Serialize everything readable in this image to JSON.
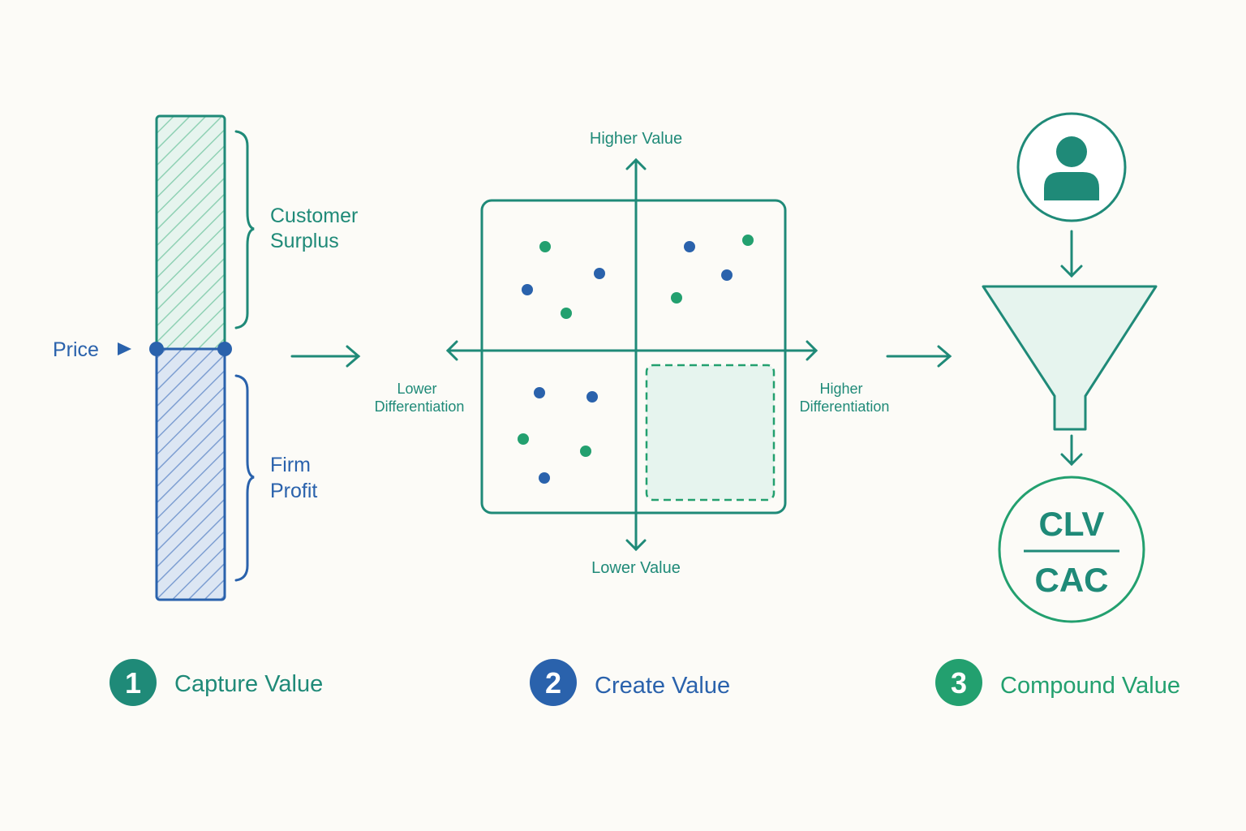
{
  "colors": {
    "teal": "#1F8A78",
    "blue": "#2A62AC",
    "green": "#23A06F",
    "mint_fill": "#E6F4EE",
    "blue_fill": "#DCE6F3",
    "background": "#FCFBF7"
  },
  "capture": {
    "top_label_line1": "Customer",
    "top_label_line2": "Surplus",
    "bottom_label_line1": "Firm",
    "bottom_label_line2": "Profit",
    "price_label": "Price"
  },
  "matrix": {
    "y_top_label": "Higher Value",
    "y_bottom_label": "Lower Value",
    "x_left_line1": "Lower",
    "x_left_line2": "Differentiation",
    "x_right_line1": "Higher",
    "x_right_line2": "Differentiation"
  },
  "compound": {
    "person_icon": "user-icon",
    "funnel_icon": "funnel-icon",
    "ratio_numerator": "CLV",
    "ratio_denominator": "CAC"
  },
  "steps": [
    {
      "number": "1",
      "label": "Capture Value",
      "color": "#1F8A78"
    },
    {
      "number": "2",
      "label": "Create Value",
      "color": "#2A62AC"
    },
    {
      "number": "3",
      "label": "Compound Value",
      "color": "#23A06F"
    }
  ]
}
